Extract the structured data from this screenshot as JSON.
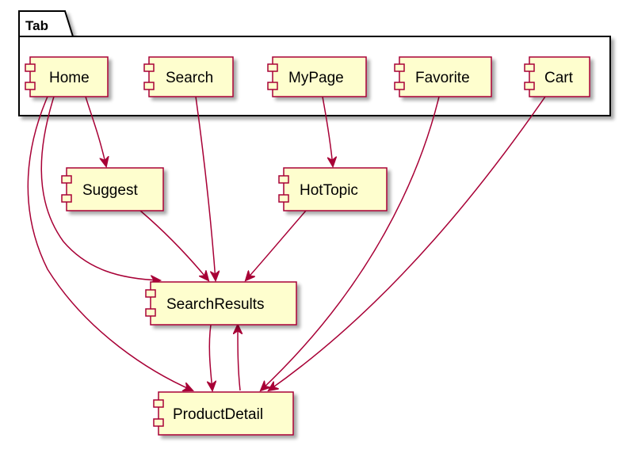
{
  "package": {
    "label": "Tab"
  },
  "components": {
    "home": "Home",
    "search": "Search",
    "mypage": "MyPage",
    "favorite": "Favorite",
    "cart": "Cart",
    "suggest": "Suggest",
    "hottopic": "HotTopic",
    "searchresults": "SearchResults",
    "productdetail": "ProductDetail"
  },
  "edges": [
    {
      "from": "Home",
      "to": "Suggest"
    },
    {
      "from": "Home",
      "to": "SearchResults"
    },
    {
      "from": "Home",
      "to": "ProductDetail"
    },
    {
      "from": "Search",
      "to": "SearchResults"
    },
    {
      "from": "MyPage",
      "to": "HotTopic"
    },
    {
      "from": "Favorite",
      "to": "ProductDetail"
    },
    {
      "from": "Cart",
      "to": "ProductDetail"
    },
    {
      "from": "Suggest",
      "to": "SearchResults"
    },
    {
      "from": "HotTopic",
      "to": "SearchResults"
    },
    {
      "from": "SearchResults",
      "to": "ProductDetail"
    },
    {
      "from": "ProductDetail",
      "to": "SearchResults"
    }
  ],
  "colors": {
    "component_fill": "#FEFECE",
    "component_stroke": "#A80036",
    "edge": "#A80036",
    "package_stroke": "#000000",
    "shadow": "#B8B8B8"
  }
}
